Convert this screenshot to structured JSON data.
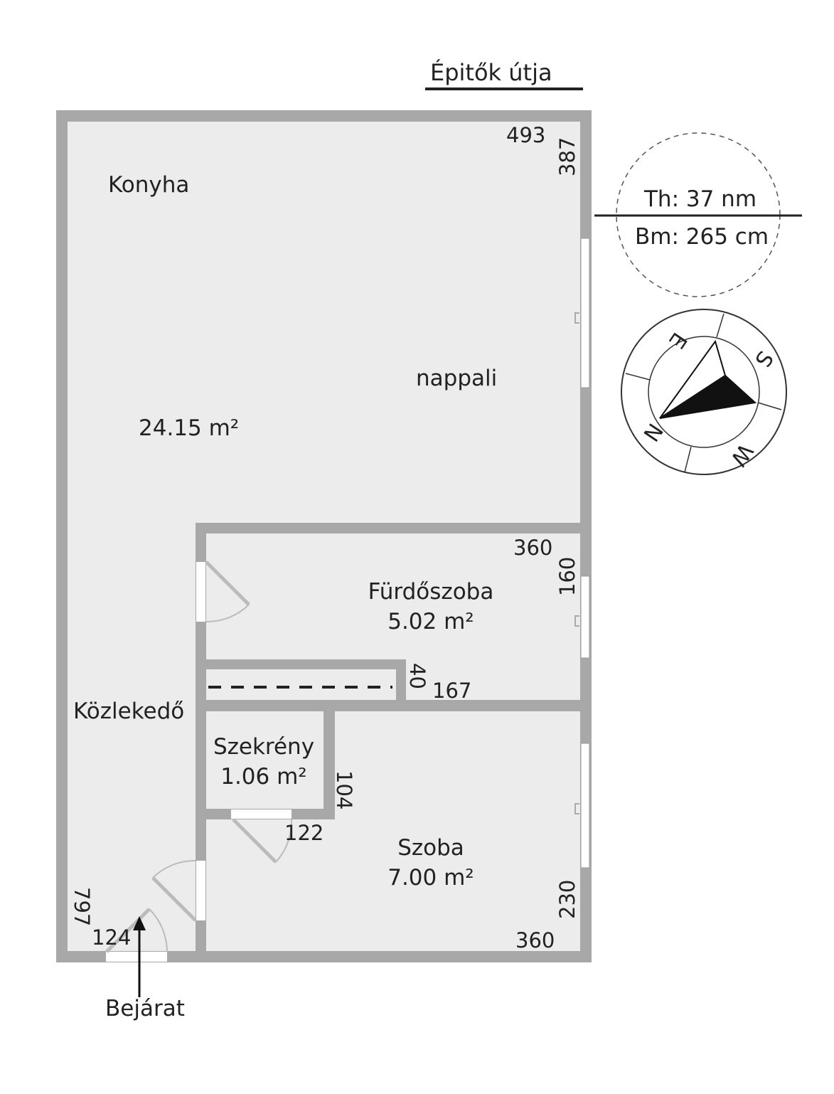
{
  "street": {
    "name": "Épitők útja"
  },
  "info": {
    "total_area": "Th: 37 nm",
    "ceiling_height": "Bm: 265 cm"
  },
  "rooms": {
    "kitchen": "Konyha",
    "living": "nappali",
    "living_area": "24.15 m²",
    "bathroom": "Fürdőszoba",
    "bathroom_area": "5.02 m²",
    "corridor": "Közlekedő",
    "closet": "Szekrény",
    "closet_area": "1.06 m²",
    "bedroom": "Szoba",
    "bedroom_area": "7.00 m²"
  },
  "dimensions": {
    "living_width": "493",
    "living_depth": "387",
    "bath_width": "360",
    "bath_depth": "160",
    "shelf_depth": "40",
    "shelf_width": "167",
    "closet_depth": "104",
    "closet_width": "122",
    "room_depth": "230",
    "room_width": "360",
    "total_depth": "797",
    "corridor_width": "124"
  },
  "entrance": {
    "label": "Bejárat"
  },
  "compass": {
    "north": "N",
    "east": "E",
    "south": "S",
    "west": "W"
  },
  "colors": {
    "wall": "#a8a8a8",
    "floor": "#ececec",
    "text": "#222222",
    "window": "#ffffff"
  }
}
